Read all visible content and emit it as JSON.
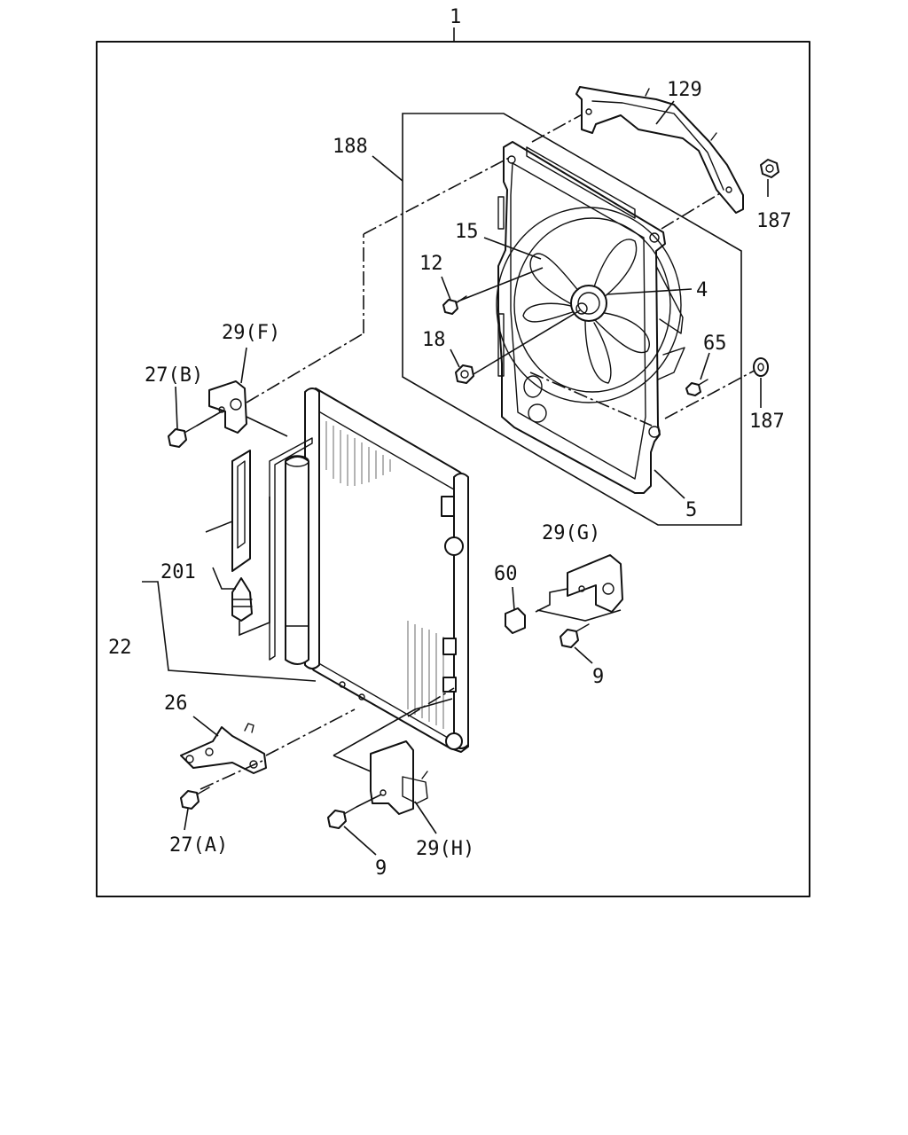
{
  "labels": {
    "l1": "1",
    "l129": "129",
    "l188": "188",
    "l187a": "187",
    "l187b": "187",
    "l15": "15",
    "l12": "12",
    "l4": "4",
    "l18": "18",
    "l65": "65",
    "l5": "5",
    "l29f": "29(F)",
    "l27b": "27(B)",
    "l201": "201",
    "l22": "22",
    "l29g": "29(G)",
    "l60": "60",
    "l9a": "9",
    "l26": "26",
    "l27a": "27(A)",
    "l9b": "9",
    "l29h": "29(H)"
  }
}
